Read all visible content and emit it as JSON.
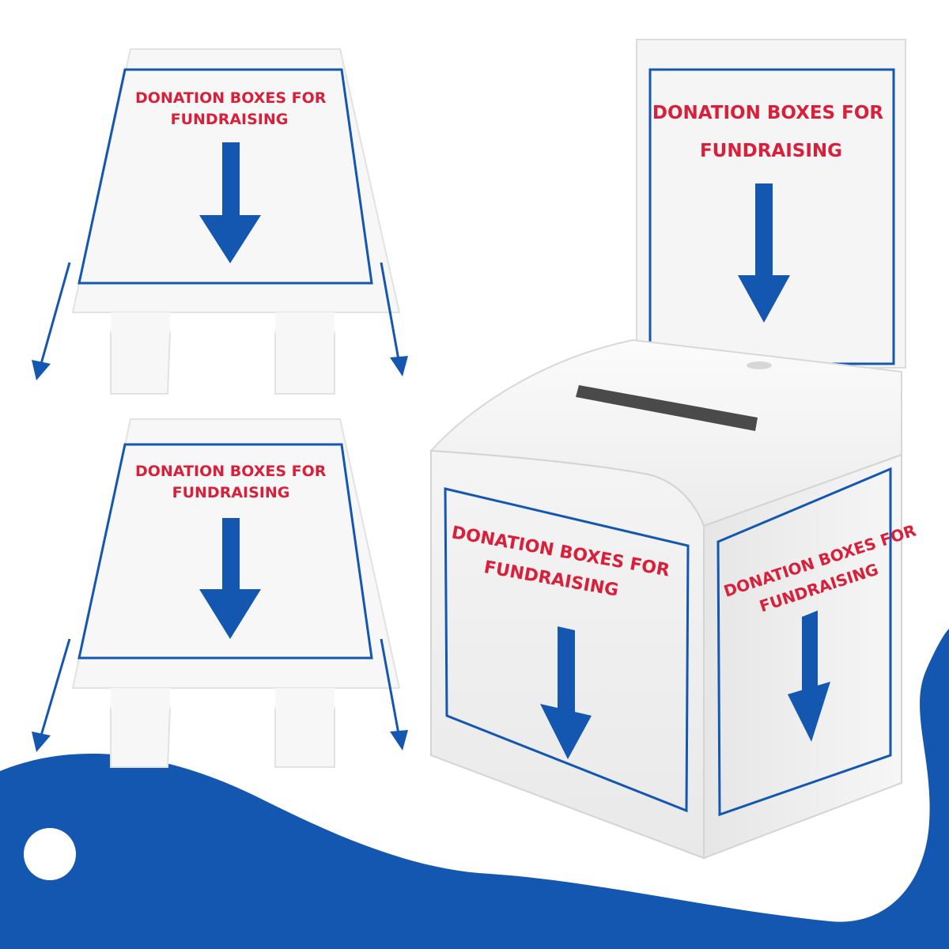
{
  "product": {
    "sign_line_1": "DONATION BOXES FOR",
    "sign_line_2": "FUNDRAISING"
  },
  "colors": {
    "accent_blue": "#1457b0",
    "text_red": "#d8203a",
    "card_white": "#f7f7f7",
    "slot_gray": "#4a4a4a"
  },
  "icons": {
    "down-arrow-icon": "arrow pointing down",
    "diagonal-arrow-icon": "arrow indicating fold direction"
  }
}
